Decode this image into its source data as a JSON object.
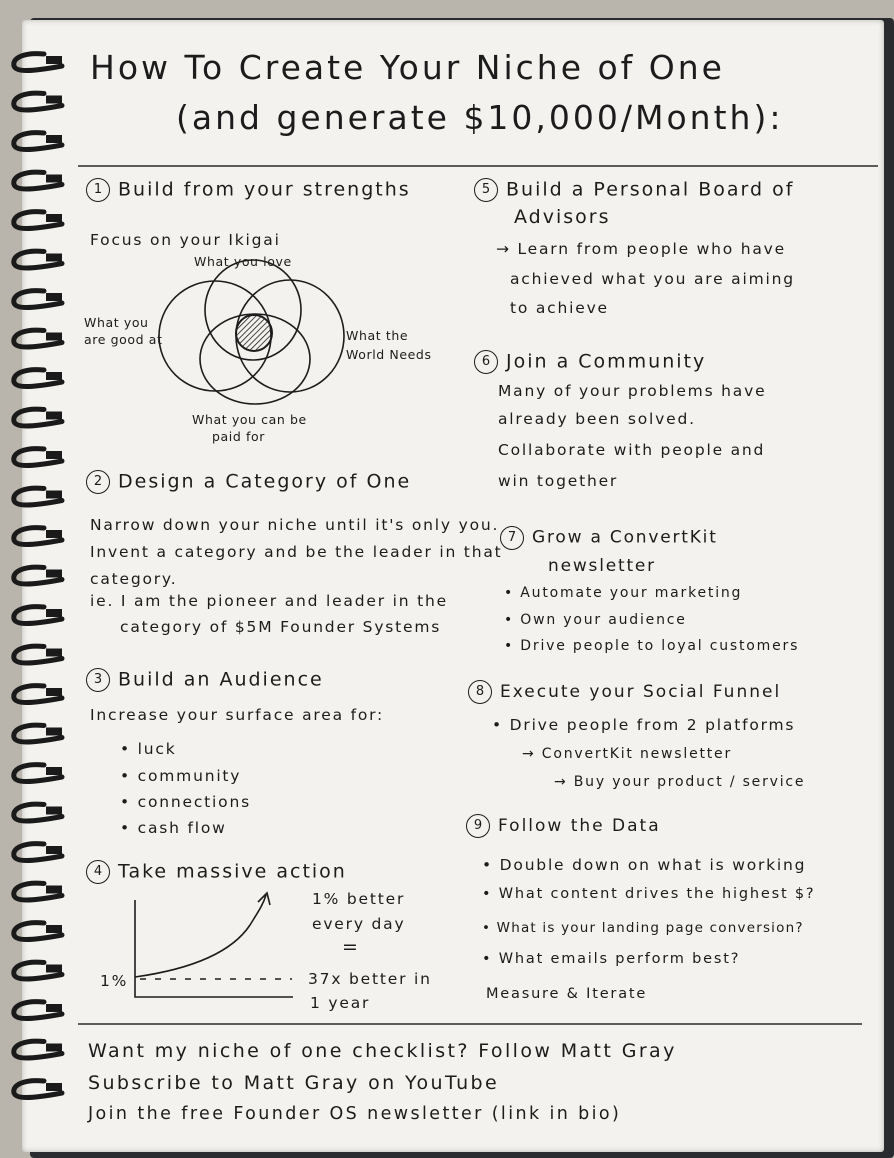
{
  "title": {
    "line1": "How To Create Your Niche of One",
    "line2": "(and generate $10,000/Month):"
  },
  "sections": {
    "s1": {
      "number": "1",
      "heading": "Build from your strengths",
      "intro": "Focus on your Ikigai",
      "venn": {
        "top": "What you love",
        "left": [
          "What you",
          "are good at"
        ],
        "right": [
          "What the",
          "World Needs"
        ],
        "bottom": [
          "What you can be",
          "paid for"
        ]
      }
    },
    "s2": {
      "number": "2",
      "heading": "Design a Category of One",
      "lines": [
        "Narrow down your niche until it's only you.",
        "Invent a category and be the leader in that",
        "category.",
        "ie. I am the pioneer and leader in the",
        "category of $5M Founder Systems"
      ]
    },
    "s3": {
      "number": "3",
      "heading": "Build an Audience",
      "intro": "Increase your surface area for:",
      "bullets": [
        "• luck",
        "• community",
        "• connections",
        "• cash flow"
      ]
    },
    "s4": {
      "number": "4",
      "heading": "Take massive action",
      "axis_label": "1%",
      "note": [
        "1% better",
        "every day",
        "=",
        "37x better in",
        "1 year"
      ]
    },
    "s5": {
      "number": "5",
      "heading": [
        "Build a Personal Board of",
        "Advisors"
      ],
      "lines": [
        "→ Learn from people who have",
        "achieved what you are aiming",
        "to achieve"
      ]
    },
    "s6": {
      "number": "6",
      "heading": "Join a Community",
      "lines": [
        "Many of your problems have",
        "already been solved.",
        "Collaborate with people and",
        "win together"
      ]
    },
    "s7": {
      "number": "7",
      "heading": [
        "Grow a ConvertKit",
        "newsletter"
      ],
      "bullets": [
        "• Automate your marketing",
        "• Own your audience",
        "• Drive people to loyal customers"
      ]
    },
    "s8": {
      "number": "8",
      "heading": "Execute your Social Funnel",
      "lines": [
        "• Drive people from 2 platforms",
        "→ ConvertKit newsletter",
        "→ Buy your product / service"
      ]
    },
    "s9": {
      "number": "9",
      "heading": "Follow the Data",
      "bullets": [
        "• Double down on what is working",
        "• What content drives the highest $?",
        "• What is your landing page conversion?",
        "• What emails perform best?"
      ],
      "closing": "Measure & Iterate"
    }
  },
  "footer": [
    "Want my niche of one checklist? Follow Matt Gray",
    "Subscribe to Matt Gray on YouTube",
    "Join the free Founder OS newsletter (link in bio)"
  ]
}
